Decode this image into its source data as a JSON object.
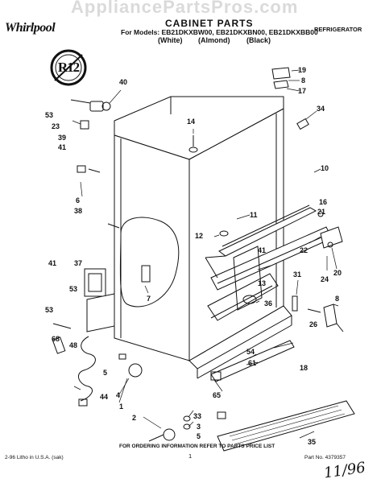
{
  "header": {
    "brand": "Whirlpool",
    "title": "CABINET PARTS",
    "models_line": "For Models: EB21DKXBW00, EB21DKXBN00, EB21DKXBB00",
    "colors": [
      "(White)",
      "(Almond)",
      "(Black)"
    ],
    "category": "REFRIGERATOR"
  },
  "badge": "R12",
  "watermark": "AppliancePartsPros.com",
  "part_callouts": [
    "19",
    "8",
    "17",
    "40",
    "34",
    "53",
    "23",
    "39",
    "41",
    "14",
    "10",
    "6",
    "38",
    "16",
    "21",
    "11",
    "12",
    "22",
    "41",
    "20",
    "24",
    "37",
    "41",
    "53",
    "7",
    "13",
    "31",
    "53",
    "36",
    "8",
    "26",
    "68",
    "48",
    "54",
    "61",
    "5",
    "18",
    "4",
    "44",
    "65",
    "2",
    "33",
    "3",
    "5",
    "1",
    "35"
  ],
  "footer": {
    "ordering_note": "FOR ORDERING INFORMATION REFER TO PARTS PRICE LIST",
    "page": "1",
    "litho": "2-96 Litho in U.S.A. (sak)",
    "part_no": "Part No. 4379357",
    "handwritten": "11/96"
  }
}
